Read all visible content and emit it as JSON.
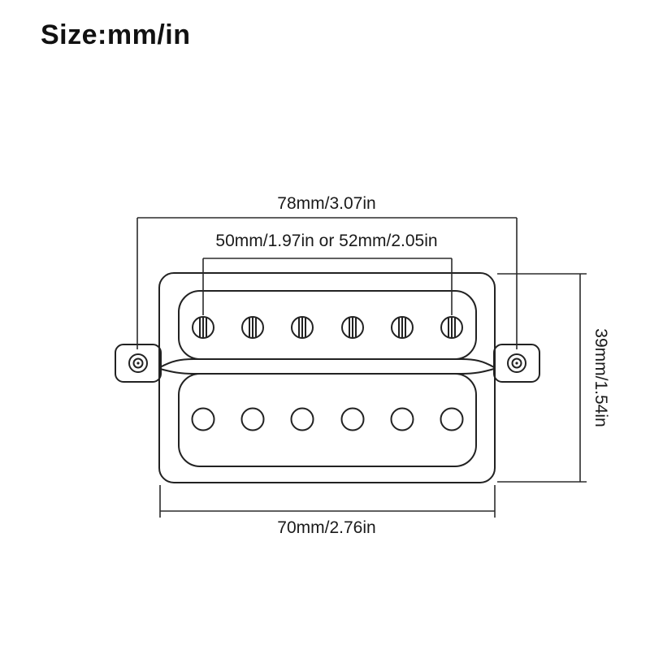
{
  "title": "Size:mm/in",
  "dimensions": {
    "overall_width": "78mm/3.07in",
    "pole_spacing": "50mm/1.97in or 52mm/2.05in",
    "body_width": "70mm/2.76in",
    "height": "39mm/1.54in"
  },
  "colors": {
    "line": "#222222",
    "dimension_line": "#2b2b2b",
    "text": "#1a1a1a",
    "background": "#ffffff"
  },
  "diagram": {
    "subject": "humbucker-pickup-top-view",
    "pole_count_per_row": 6,
    "rows": 2
  }
}
